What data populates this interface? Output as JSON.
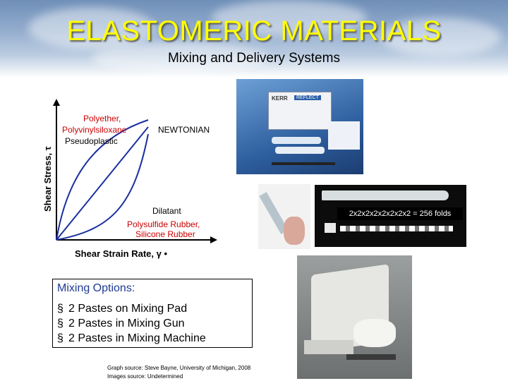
{
  "header": {
    "title": "ELASTOMERIC MATERIALS",
    "subtitle": "Mixing and Delivery Systems"
  },
  "graph": {
    "y_axis_label": "Shear Stress, τ",
    "x_axis_label": "Shear Strain Rate, γ •",
    "curve_labels": {
      "polyether": "Polyether,",
      "polyvinylsiloxane": "Polyvinylsiloxane",
      "newtonian": "NEWTONIAN",
      "pseudoplastic": "Pseudoplastic",
      "dilatant": "Dilatant",
      "polysulfide": "Polysulfide Rubber,",
      "silicone": "Silicone Rubber"
    }
  },
  "photos": {
    "kit_brand_1": "KERR",
    "kit_brand_2": "REFLECT",
    "mixing_tip_caption": "2x2x2x2x2x2x2x2 = 256 folds"
  },
  "mixing_options": {
    "title": "Mixing Options:",
    "bullet": "§",
    "items": [
      "2 Pastes on Mixing Pad",
      "2 Pastes in Mixing Gun",
      "2 Pastes in Mixing Machine"
    ]
  },
  "sources": {
    "graph": "Graph source: Steve Bayne, University of Michigan, 2008",
    "images": "Images source: Undetermined"
  },
  "colors": {
    "title": "#ffff00",
    "curve": "#1a2fa0",
    "label_red": "#cc0000",
    "options_title": "#1f3a93"
  }
}
